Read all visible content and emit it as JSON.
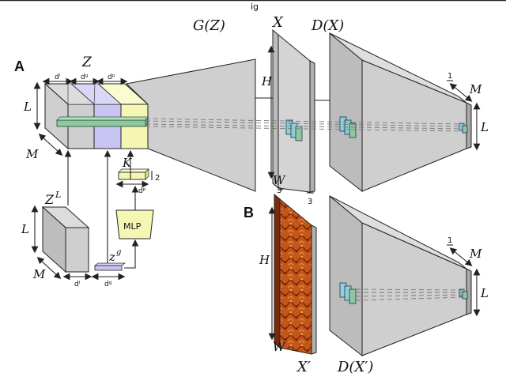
{
  "header": {
    "partial_title": "ig"
  },
  "panels": {
    "a": "A",
    "b": "B"
  },
  "labels": {
    "z": "Z",
    "gz": "G(Z)",
    "x": "X",
    "dx": "D(X)",
    "zl": "Z",
    "zl_sup": "L",
    "zg": "z",
    "zg_sup": "g",
    "k": "K",
    "mlp": "MLP",
    "h": "H",
    "w": "W",
    "l": "L",
    "m": "M",
    "x_prime": "X′",
    "dx_prime": "D(X′)"
  },
  "dims": {
    "dl": "dˡ",
    "dg": "dᵍ",
    "dp": "dᵖ",
    "two": "2",
    "three": "3",
    "one": "1"
  },
  "colors": {
    "gray": "#cfcfcf",
    "blue": "#c9c5f3",
    "yellow": "#f6f6b4",
    "green": "#8fc7a0",
    "teal": "#8fd0d6",
    "texture": "#b84a14"
  }
}
